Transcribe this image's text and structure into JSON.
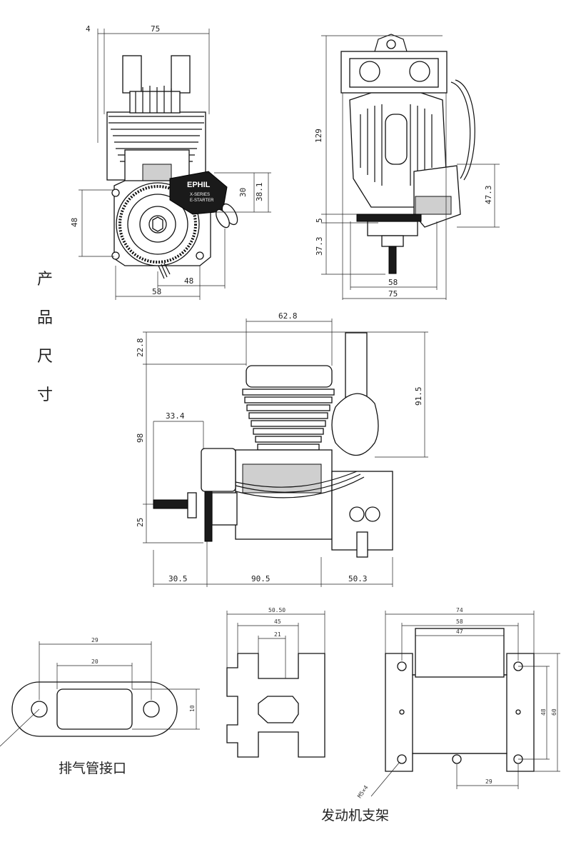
{
  "side_title": [
    "产",
    "品",
    "尺",
    "寸"
  ],
  "front_view": {
    "dims": [
      "4",
      "75",
      "30",
      "38.1",
      "48",
      "58",
      "48"
    ],
    "brand": "EPHIL",
    "label_lines": [
      "X-SERIES",
      "E-STARTER"
    ]
  },
  "rear_view": {
    "dims": [
      "129",
      "47.3",
      "5",
      "37.3",
      "58",
      "75"
    ]
  },
  "side_view": {
    "dims": [
      "62.8",
      "22.8",
      "91.5",
      "33.4",
      "98",
      "25",
      "30.5",
      "90.5",
      "50.3"
    ]
  },
  "exhaust_flange": {
    "dims": [
      "29",
      "20",
      "10"
    ],
    "caption": "排气管接口"
  },
  "mount_bracket": {
    "dims_side": [
      "50.50",
      "45",
      "21"
    ],
    "dims_top": [
      "74",
      "58",
      "47",
      "48",
      "60",
      "29",
      "M5×4"
    ],
    "caption": "发动机支架"
  }
}
